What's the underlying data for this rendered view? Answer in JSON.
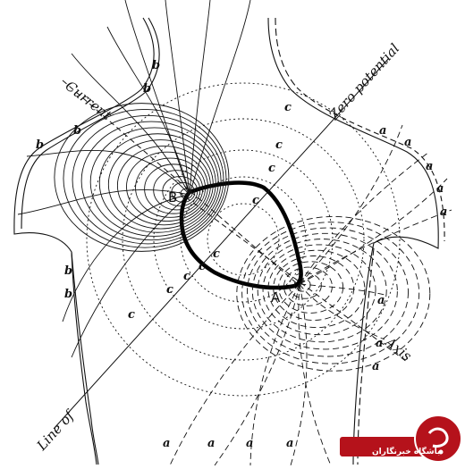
{
  "labels": {
    "current_line": "Current",
    "line_of": "Line of",
    "zero_potential": "Zero potential",
    "axis": "Axis",
    "point_a": "A",
    "point_b": "B"
  },
  "letters": {
    "a": "a",
    "b": "b",
    "c": "c"
  },
  "watermark": {
    "text": "باشگاه خبرنگاران",
    "colors": {
      "bg": "#b5121b",
      "text": "#ffffff"
    }
  },
  "colors": {
    "ink": "#111111",
    "background": "#ffffff"
  }
}
